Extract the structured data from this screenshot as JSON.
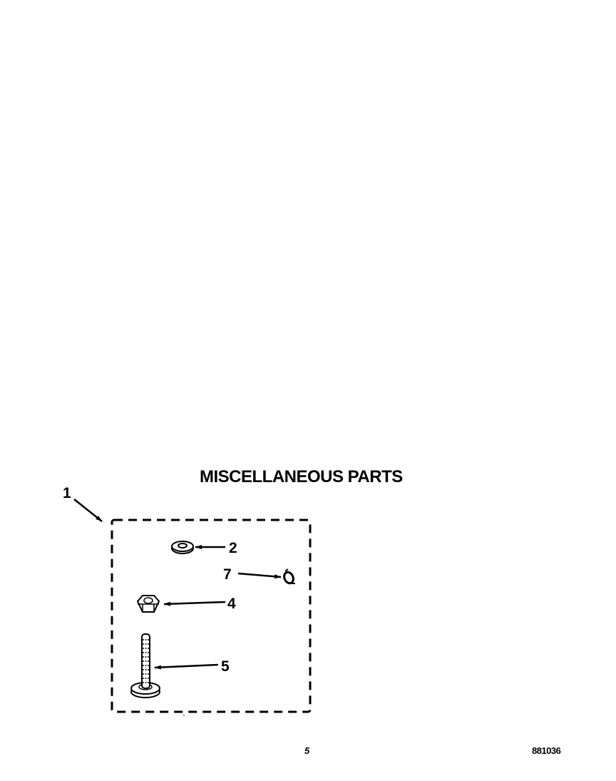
{
  "diagram": {
    "title": "MISCELLANEOUS PARTS",
    "kit_callout": "1",
    "parts": [
      {
        "callout": "2",
        "shape": "washer-icon"
      },
      {
        "callout": "7",
        "shape": "clip-ring-icon"
      },
      {
        "callout": "4",
        "shape": "hex-nut-icon"
      },
      {
        "callout": "5",
        "shape": "screw-with-washer-icon"
      }
    ]
  },
  "footer": {
    "page_number": "5",
    "document_code": "881036"
  }
}
